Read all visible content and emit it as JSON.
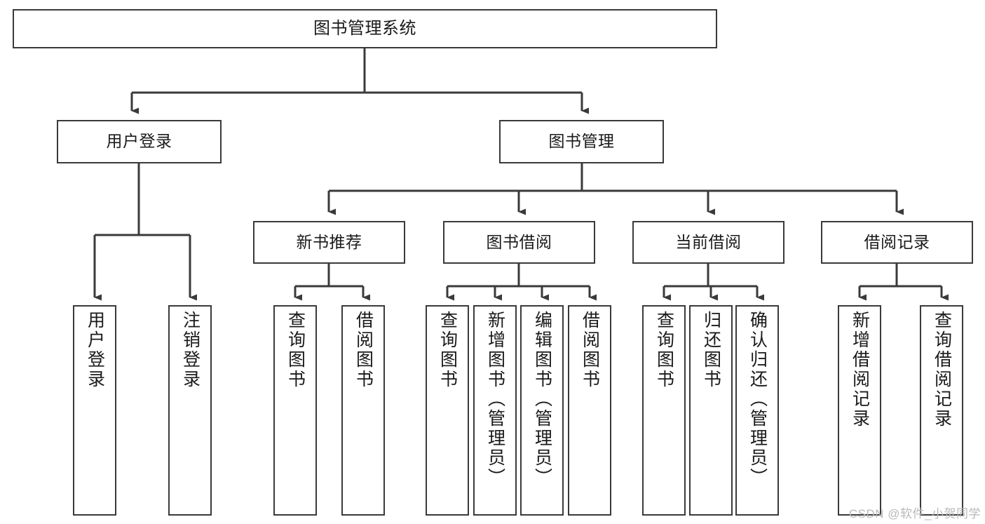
{
  "diagram": {
    "title": "图书管理系统",
    "watermark": "CSDN @软件_小贺同学",
    "stroke_color": "#3a3a3a",
    "text_color": "#1a1a1a",
    "background_color": "#ffffff",
    "nodes": {
      "root": {
        "label": "图书管理系统"
      },
      "level2": [
        {
          "label": "用户登录"
        },
        {
          "label": "图书管理"
        }
      ],
      "level3": [
        {
          "label": "新书推荐"
        },
        {
          "label": "图书借阅"
        },
        {
          "label": "当前借阅"
        },
        {
          "label": "借阅记录"
        }
      ],
      "leaves": {
        "user_login": [
          {
            "label": "用户登录"
          },
          {
            "label": "注销登录"
          }
        ],
        "new_book_recommend": [
          {
            "label": "查询图书"
          },
          {
            "label": "借阅图书"
          }
        ],
        "book_borrow": [
          {
            "label": "查询图书"
          },
          {
            "label": "新增图书（管理员）"
          },
          {
            "label": "编辑图书（管理员）"
          },
          {
            "label": "借阅图书"
          }
        ],
        "current_borrow": [
          {
            "label": "查询图书"
          },
          {
            "label": "归还图书"
          },
          {
            "label": "确认归还（管理员）"
          }
        ],
        "borrow_record": [
          {
            "label": "新增借阅记录"
          },
          {
            "label": "查询借阅记录"
          }
        ]
      }
    }
  }
}
